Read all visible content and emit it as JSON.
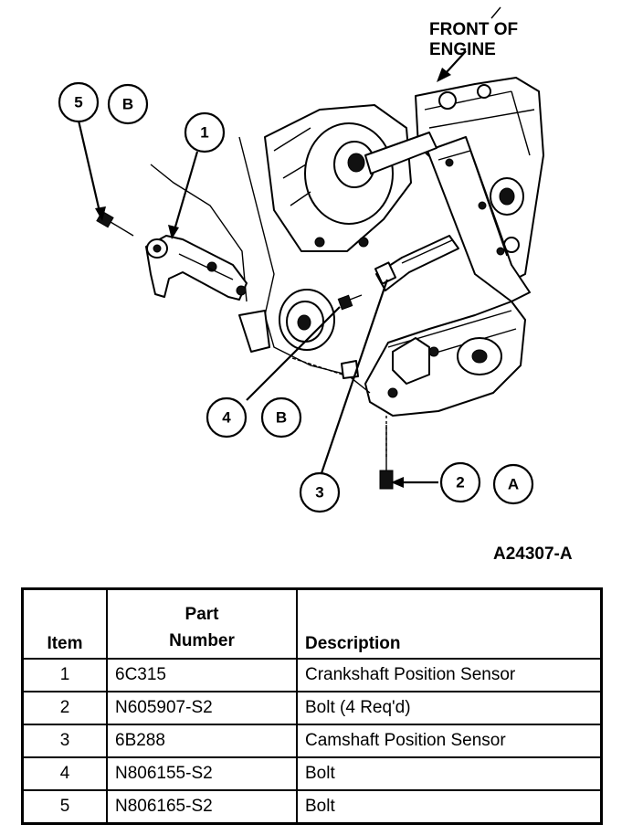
{
  "diagram": {
    "front_label_line1": "FRONT OF",
    "front_label_line2": "ENGINE",
    "figure_id": "A24307-A",
    "callouts": {
      "c5": "5",
      "cB1": "B",
      "c1": "1",
      "c4": "4",
      "cB2": "B",
      "c3": "3",
      "c2": "2",
      "cA": "A"
    }
  },
  "table": {
    "headers": {
      "item": "Item",
      "part_line1": "Part",
      "part_line2": "Number",
      "description": "Description"
    },
    "rows": [
      {
        "item": "1",
        "part": "6C315",
        "description": "Crankshaft Position Sensor"
      },
      {
        "item": "2",
        "part": "N605907-S2",
        "description": "Bolt (4 Req'd)"
      },
      {
        "item": "3",
        "part": "6B288",
        "description": "Camshaft Position Sensor"
      },
      {
        "item": "4",
        "part": "N806155-S2",
        "description": "Bolt"
      },
      {
        "item": "5",
        "part": "N806165-S2",
        "description": "Bolt"
      }
    ]
  }
}
